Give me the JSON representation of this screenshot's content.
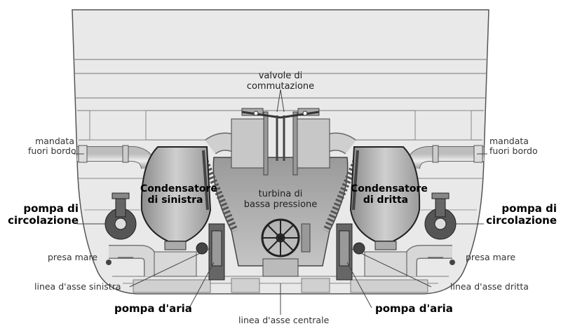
{
  "labels": {
    "valvole": "valvole di\ncommutazione",
    "mandata_left": "mandata\nfuori bordo",
    "mandata_right": "mandata\nfuori bordo",
    "pompa_circ_left": "pompa di\ncircolazione",
    "pompa_circ_right": "pompa di\ncircolazione",
    "presa_left": "presa mare",
    "presa_right": "presa mare",
    "asse_sinistra": "linea d'asse sinistra",
    "asse_dritta": "linea d'asse dritta",
    "pompa_aria_left": "pompa d'aria",
    "pompa_aria_right": "pompa d'aria",
    "asse_centrale": "linea d'asse centrale",
    "cond_sinistra": "Condensatore\ndi sinistra",
    "cond_dritta": "Condensatore\ndi dritta",
    "turbina": "turbina di\nbassa pressione"
  }
}
